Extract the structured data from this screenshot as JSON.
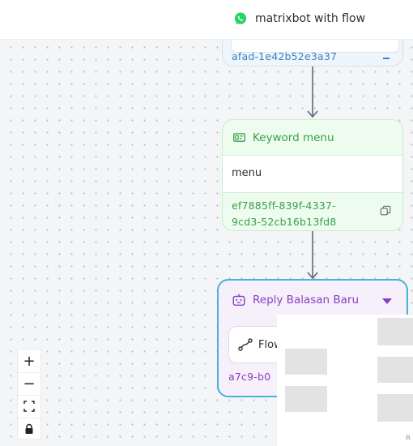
{
  "app": {
    "title": "matrixbot with flow",
    "brand_icon": "whatsapp-icon",
    "brand_color": "#25d366"
  },
  "nodes": {
    "previous": {
      "id_fragment": "afad-1e42b52e3a37",
      "color": "#3b82c4"
    },
    "keyword": {
      "title": "Keyword menu",
      "icon": "keyword-icon",
      "keyword": "menu",
      "id_line1": "ef7885ff-839f-4337-",
      "id_line2": "9cd3-52cb16b13fd8",
      "copy_icon": "copy-icon",
      "color": "#37a04a"
    },
    "reply": {
      "title": "Reply Balasan Baru",
      "icon": "bot-icon",
      "dropdown_icon": "caret-down-icon",
      "flow_label": "Flow",
      "flow_icon": "flow-route-icon",
      "id_line2": "a7c9-b0",
      "color": "#8a3fc1",
      "border_color": "#4ab1df"
    }
  },
  "controls": {
    "zoom_in": "+",
    "zoom_out": "−",
    "fit_icon": "fit-view-icon",
    "lock_icon": "lock-icon"
  },
  "attribution": "R"
}
